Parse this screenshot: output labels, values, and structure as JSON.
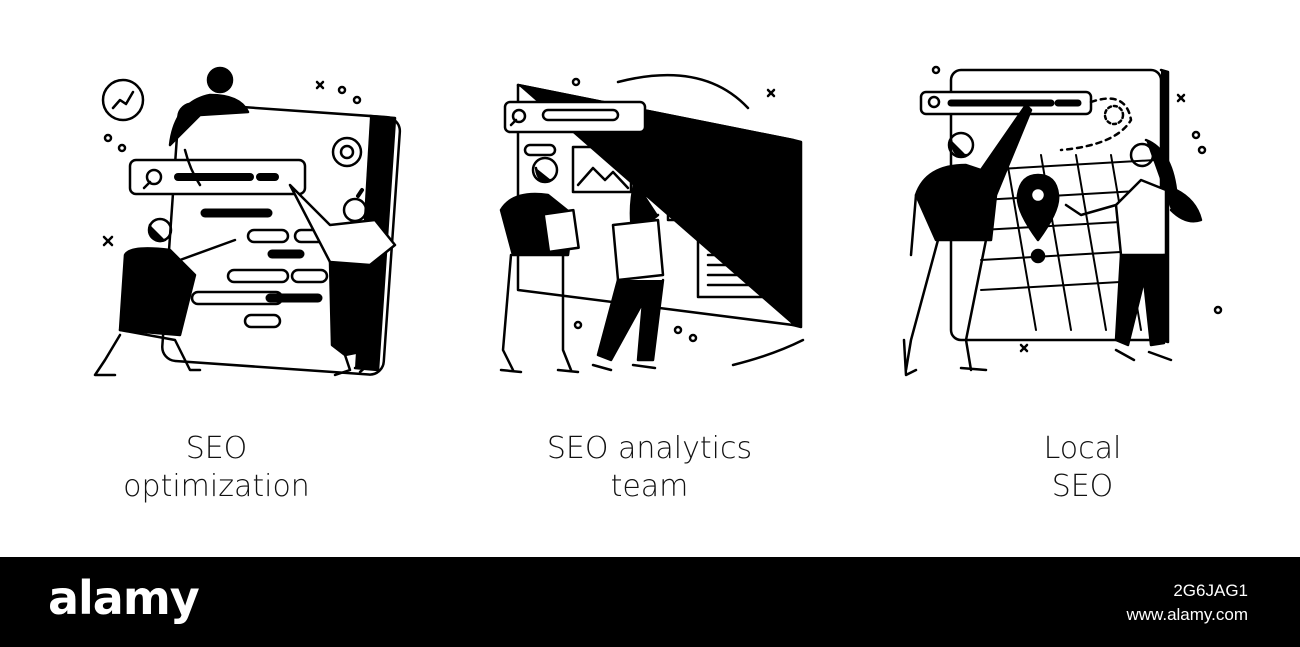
{
  "panels": [
    {
      "caption_line1": "SEO",
      "caption_line2": "optimization"
    },
    {
      "caption_line1": "SEO analytics",
      "caption_line2": "team"
    },
    {
      "caption_line1": "Local",
      "caption_line2": "SEO"
    }
  ],
  "footer": {
    "logo": "alamy",
    "image_id": "2G6JAG1",
    "site": "www.alamy.com"
  },
  "colors": {
    "ink": "#000000",
    "paper": "#ffffff",
    "footer_bg": "#000000"
  }
}
